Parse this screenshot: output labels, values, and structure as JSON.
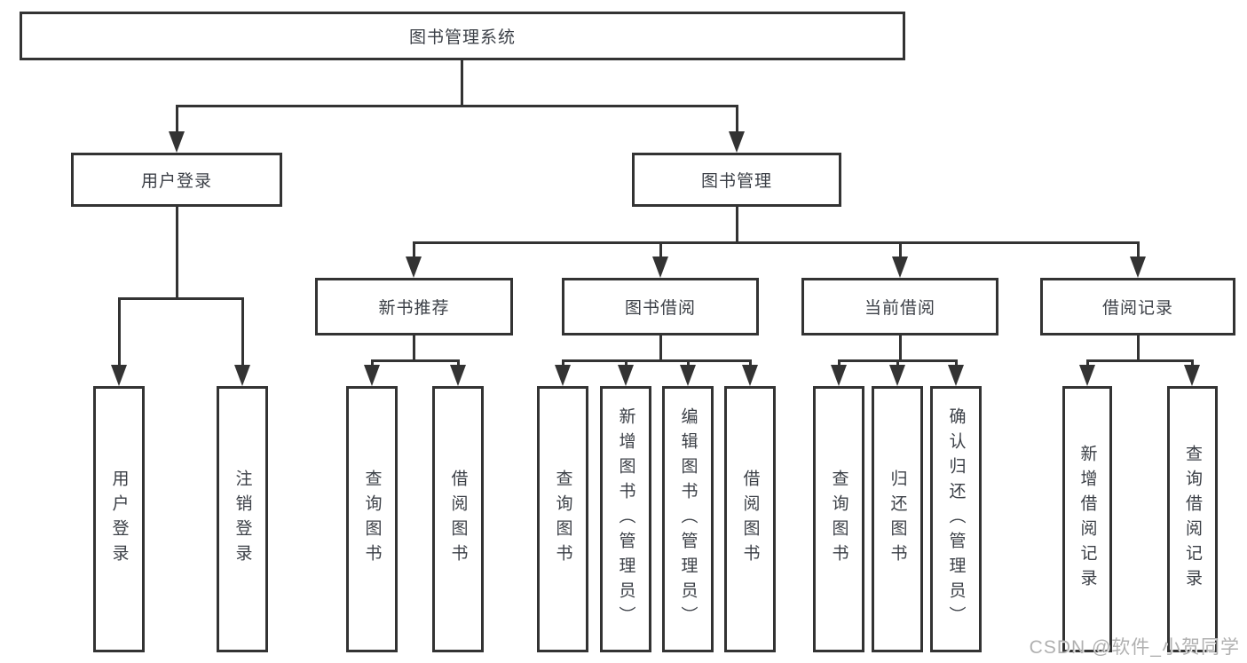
{
  "diagram": {
    "type": "tree",
    "root": {
      "label": "图书管理系统",
      "children": [
        {
          "label": "用户登录",
          "children": [
            {
              "label": "用户登录"
            },
            {
              "label": "注销登录"
            }
          ]
        },
        {
          "label": "图书管理",
          "children": [
            {
              "label": "新书推荐",
              "children": [
                {
                  "label": "查询图书"
                },
                {
                  "label": "借阅图书"
                }
              ]
            },
            {
              "label": "图书借阅",
              "children": [
                {
                  "label": "查询图书"
                },
                {
                  "label": "新增图书（管理员）"
                },
                {
                  "label": "编辑图书（管理员）"
                },
                {
                  "label": "借阅图书"
                }
              ]
            },
            {
              "label": "当前借阅",
              "children": [
                {
                  "label": "查询图书"
                },
                {
                  "label": "归还图书"
                },
                {
                  "label": "确认归还（管理员）"
                }
              ]
            },
            {
              "label": "借阅记录",
              "children": [
                {
                  "label": "新增借阅记录"
                },
                {
                  "label": "查询借阅记录"
                }
              ]
            }
          ]
        }
      ]
    }
  },
  "watermark": {
    "text": "CSDN @软件_小贺同学"
  },
  "colors": {
    "line": "#333333",
    "box_border": "#333333",
    "text": "#3c4047",
    "background": "#ffffff",
    "watermark": "#b0b0b0"
  }
}
